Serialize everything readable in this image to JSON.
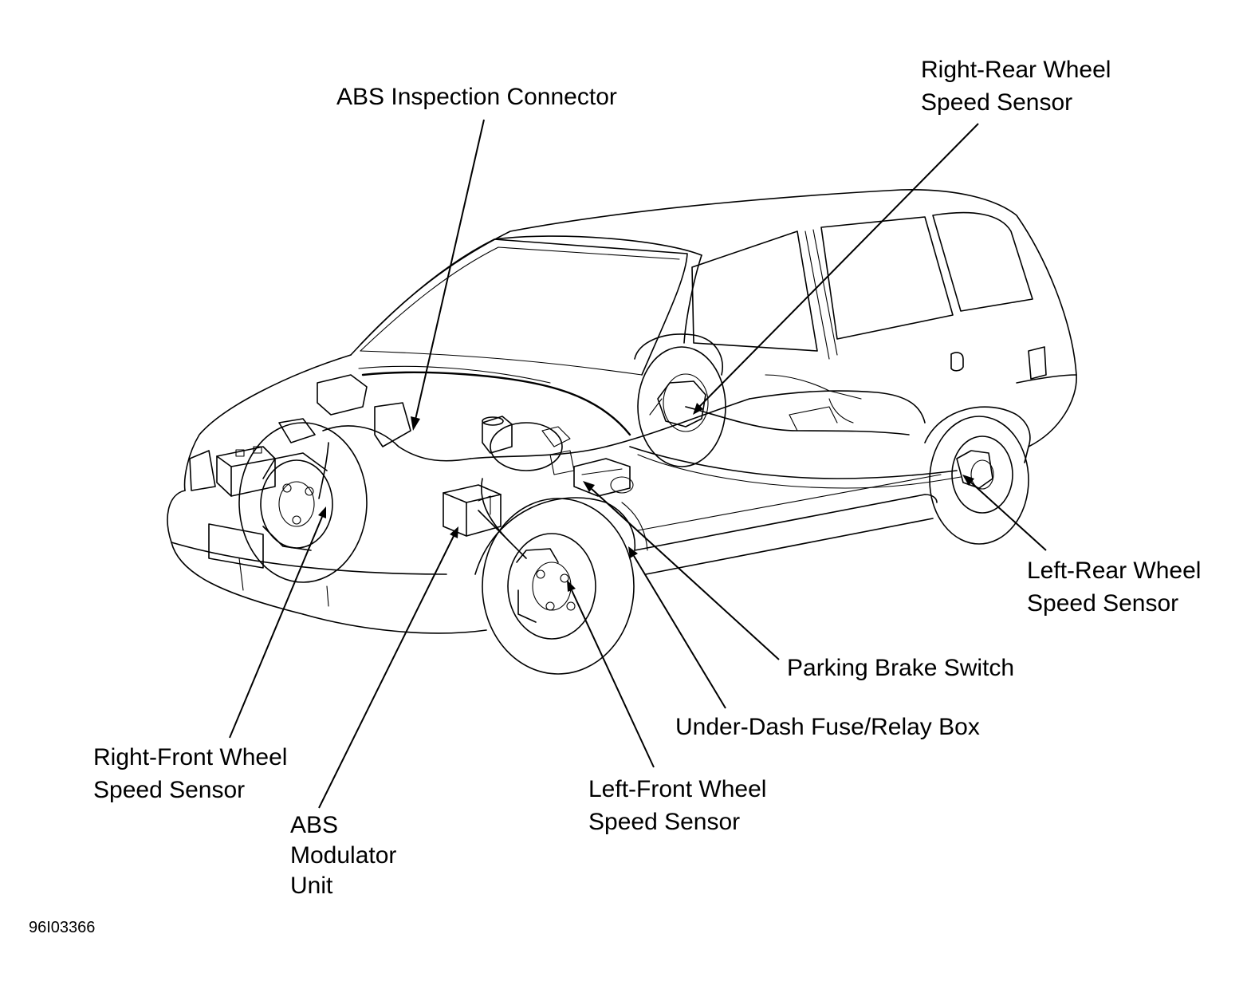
{
  "labels": {
    "abs_inspection_connector": "ABS Inspection Connector",
    "right_rear_sensor": [
      "Right-Rear Wheel",
      "Speed Sensor"
    ],
    "left_rear_sensor": [
      "Left-Rear Wheel",
      "Speed Sensor"
    ],
    "parking_brake_switch": "Parking Brake Switch",
    "under_dash_fuse_box": "Under-Dash Fuse/Relay Box",
    "left_front_sensor": [
      "Left-Front Wheel",
      "Speed Sensor"
    ],
    "abs_modulator_unit": [
      "ABS",
      "Modulator",
      "Unit"
    ],
    "right_front_sensor": [
      "Right-Front Wheel",
      "Speed Sensor"
    ]
  },
  "figure_id": "96I03366"
}
